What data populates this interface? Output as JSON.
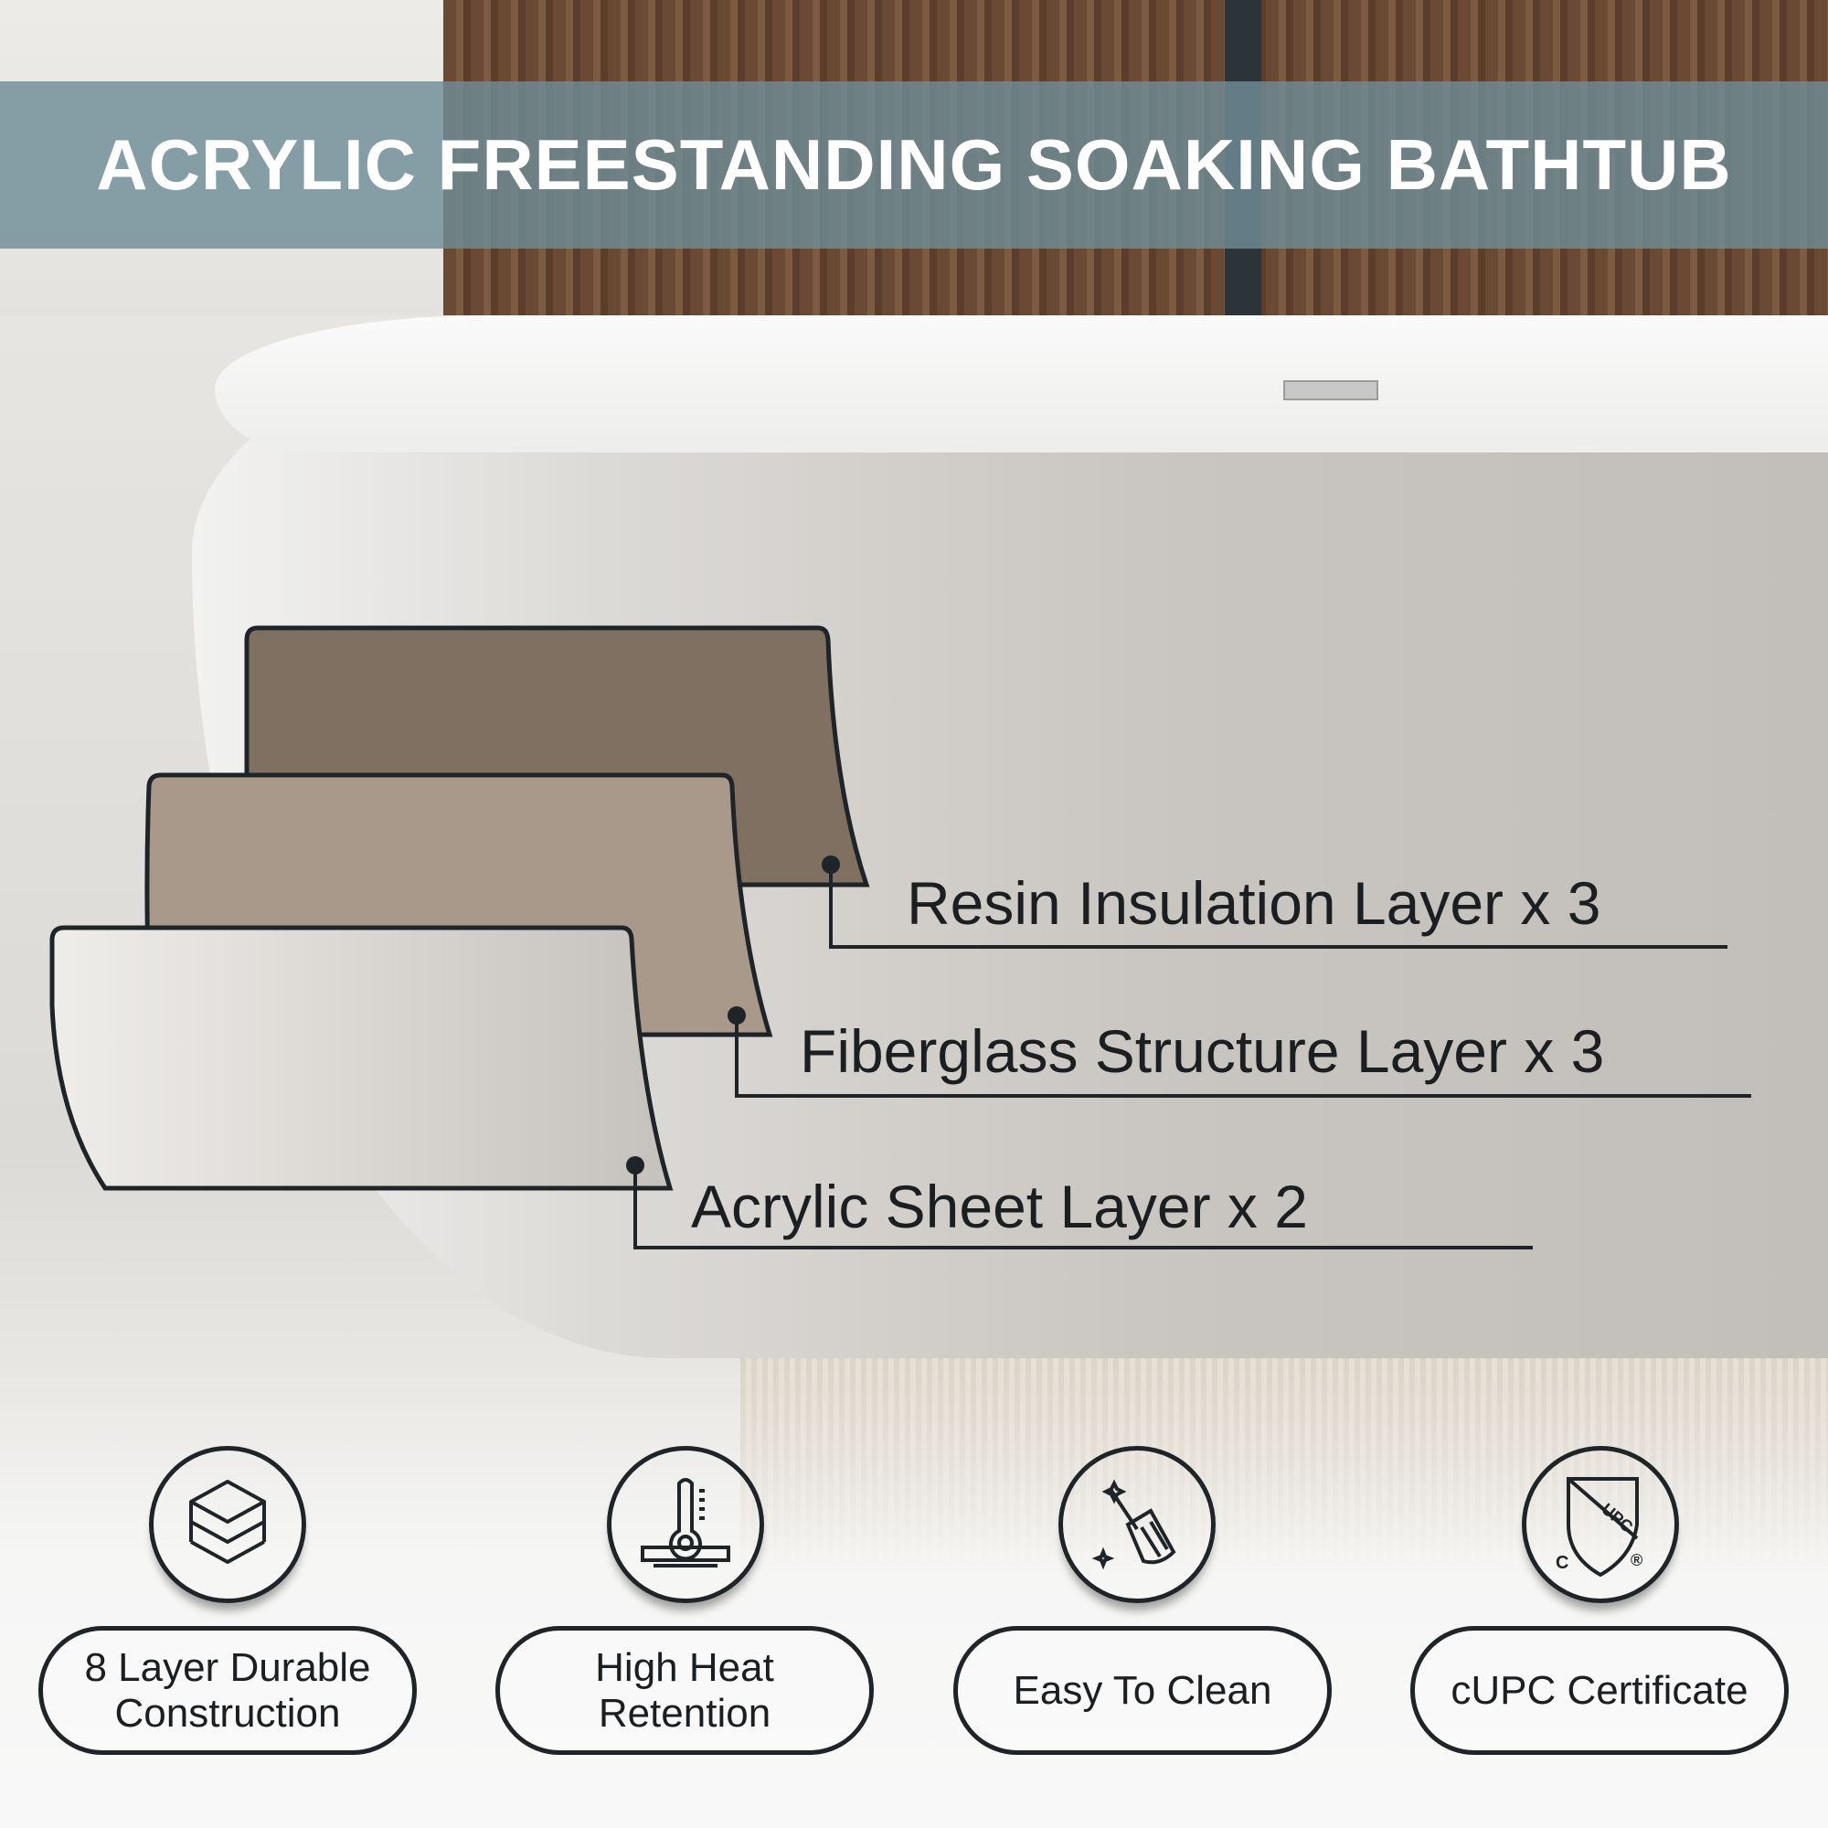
{
  "title": "ACRYLIC FREESTANDING SOAKING BATHTUB",
  "layers": [
    {
      "label": "Resin Insulation Layer x 3",
      "color": "#7f7061"
    },
    {
      "label": "Fiberglass Structure Layer x 3",
      "color": "#a8998a"
    },
    {
      "label": "Acrylic Sheet Layer x 2",
      "color": "#d9d6d2"
    }
  ],
  "features": [
    {
      "icon": "layers-icon",
      "label": "8 Layer Durable Construction"
    },
    {
      "icon": "thermometer-icon",
      "label": "High Heat Retention"
    },
    {
      "icon": "broom-icon",
      "label": "Easy To Clean"
    },
    {
      "icon": "cupc-shield-icon",
      "label": "cUPC Certificate"
    }
  ],
  "colors": {
    "banner": "#6f8c96",
    "outline": "#1e2428"
  }
}
